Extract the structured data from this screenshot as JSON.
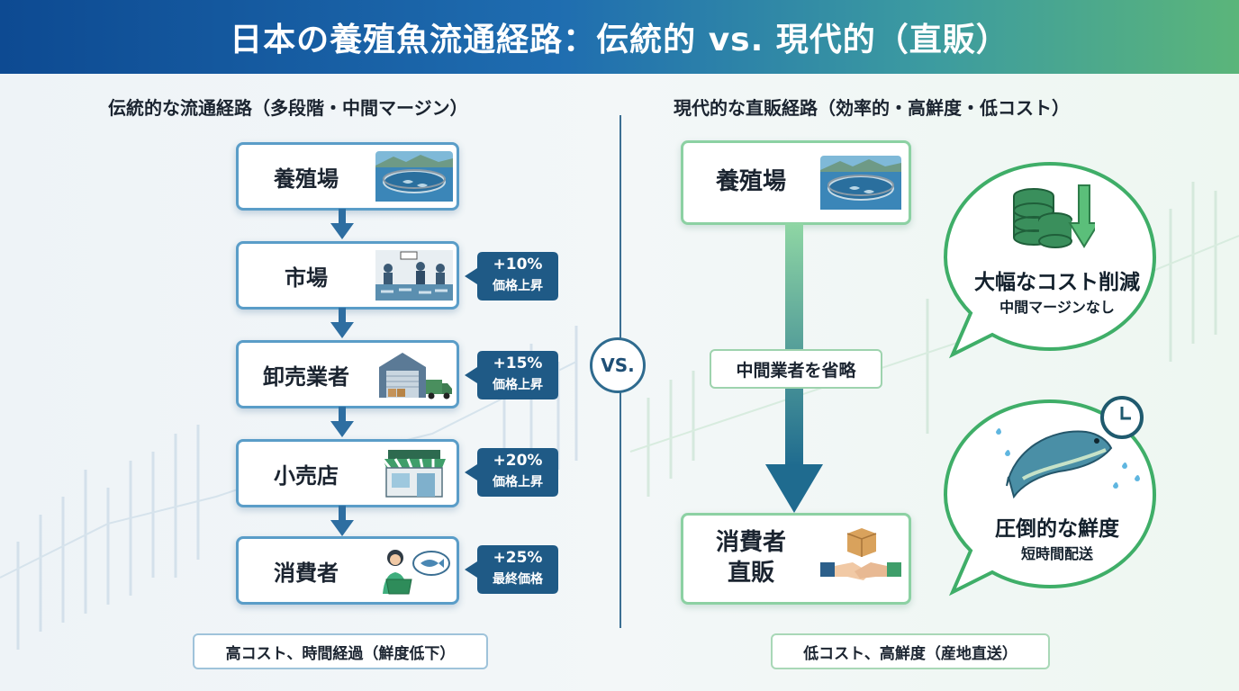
{
  "header": {
    "title": "日本の養殖魚流通経路：伝統的 vs. 現代的（直販）"
  },
  "traditional": {
    "title": "伝統的な流通経路（多段階・中間マージン）",
    "stages": [
      {
        "label": "養殖場",
        "icon": "fish-farm-icon"
      },
      {
        "label": "市場",
        "icon": "fish-market-icon"
      },
      {
        "label": "卸売業者",
        "icon": "warehouse-truck-icon"
      },
      {
        "label": "小売店",
        "icon": "store-icon"
      },
      {
        "label": "消費者",
        "icon": "consumer-icon"
      }
    ],
    "markups": [
      {
        "pct": "+10%",
        "note": "価格上昇"
      },
      {
        "pct": "+15%",
        "note": "価格上昇"
      },
      {
        "pct": "+20%",
        "note": "価格上昇"
      },
      {
        "pct": "+25%",
        "note": "最終価格"
      }
    ],
    "footer": "高コスト、時間経過（鮮度低下）"
  },
  "vs_label": "VS.",
  "modern": {
    "title": "現代的な直販経路（効率的・高鮮度・低コスト）",
    "farm": {
      "label": "養殖場",
      "icon": "fish-farm-icon"
    },
    "skip": "中間業者を省略",
    "consumer": {
      "line1": "消費者",
      "line2": "直販",
      "icon": "handshake-package-icon"
    },
    "benefits": [
      {
        "title": "大幅なコスト削減",
        "sub": "中間マージンなし",
        "icon": "coins-down-icon"
      },
      {
        "title": "圧倒的な鮮度",
        "sub": "短時間配送",
        "icon": "fresh-fish-clock-icon"
      }
    ],
    "footer": "低コスト、高鮮度（産地直送）"
  },
  "colors": {
    "banner_start": "#0d4a92",
    "banner_end": "#5bb57a",
    "traditional_accent": "#5a9dc8",
    "badge": "#1f5a86",
    "modern_accent": "#3fae68"
  }
}
